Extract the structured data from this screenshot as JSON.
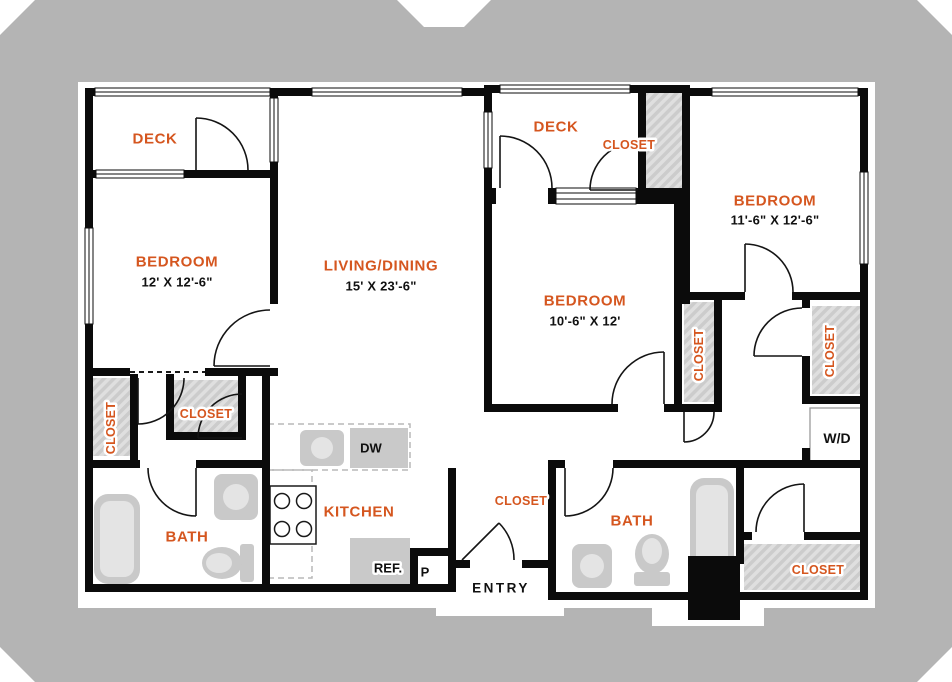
{
  "title": "Apartment floor plan",
  "colors": {
    "frame_gray": "#b4b4b4",
    "wall_black": "#0b0b0b",
    "room_label_orange": "#d5561f",
    "dimension_text_black": "#101010",
    "fixture_gray": "#c9c9c9",
    "closet_hatch_gray": "#cccccc"
  },
  "rooms": {
    "deck_left": {
      "label": "DECK"
    },
    "bedroom_left": {
      "label": "BEDROOM",
      "dims": "12' X 12'-6\""
    },
    "living_dining": {
      "label": "LIVING/DINING",
      "dims": "15' X 23'-6\""
    },
    "deck_center": {
      "label": "DECK"
    },
    "closet_top": {
      "label": "CLOSET"
    },
    "bedroom_right": {
      "label": "BEDROOM",
      "dims": "11'-6\" X 12'-6\""
    },
    "bedroom_center": {
      "label": "BEDROOM",
      "dims": "10'-6\" X 12'"
    },
    "closet_center": {
      "label": "CLOSET"
    },
    "closet_bedroom_right": {
      "label": "CLOSET"
    },
    "closet_hall_left": {
      "label": "CLOSET"
    },
    "closet_bedroom_left": {
      "label": "CLOSET"
    },
    "bath_left": {
      "label": "BATH"
    },
    "kitchen": {
      "label": "KITCHEN"
    },
    "closet_entry": {
      "label": "CLOSET"
    },
    "bath_right": {
      "label": "BATH"
    },
    "closet_bottom_right": {
      "label": "CLOSET"
    },
    "entry": {
      "label": "ENTRY"
    }
  },
  "fixtures": {
    "washer_dryer": "W/D",
    "dishwasher": "DW",
    "refrigerator": "REF.",
    "pantry": "P"
  }
}
